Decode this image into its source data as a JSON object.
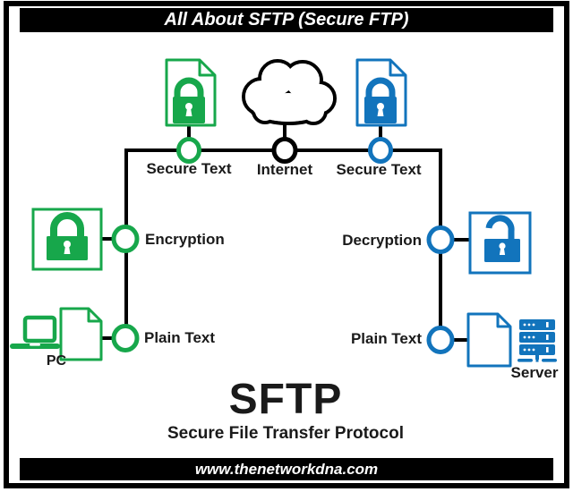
{
  "header": {
    "title": "All About SFTP (Secure FTP)"
  },
  "footer": {
    "website": "www.thenetworkdna.com"
  },
  "main_title": {
    "acronym": "SFTP",
    "full_name": "Secure File Transfer Protocol"
  },
  "nodes": {
    "secure_text_left": "Secure Text",
    "internet": "Internet",
    "secure_text_right": "Secure Text",
    "encryption": "Encryption",
    "decryption": "Decryption",
    "plain_text_left": "Plain Text",
    "plain_text_right": "Plain Text",
    "pc": "PC",
    "server": "Server"
  },
  "icons": {
    "internet": "cloud-icon",
    "secure_file_left": "locked-file-icon",
    "secure_file_right": "locked-file-icon",
    "encryption": "closed-padlock-icon",
    "decryption": "open-padlock-icon",
    "pc": "laptop-icon",
    "plain_file_left": "file-icon",
    "plain_file_right": "file-icon",
    "server": "server-rack-icon"
  },
  "colors": {
    "encryption_green": "#17A74B",
    "decryption_blue": "#1274BC",
    "line_black": "#000000",
    "banner_bg": "#000000",
    "banner_text": "#FFFFFF"
  }
}
